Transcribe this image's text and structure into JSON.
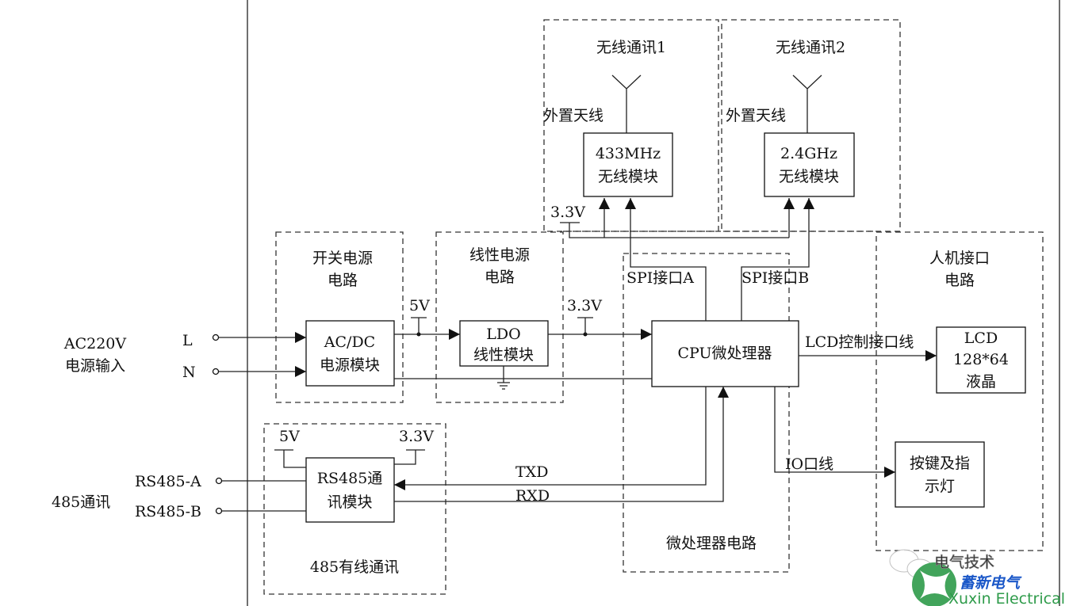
{
  "groups": {
    "wireless1": "无线通讯1",
    "wireless2": "无线通讯2",
    "switch_power": [
      "开关电源",
      "电路"
    ],
    "linear_power": [
      "线性电源",
      "电路"
    ],
    "hmi": [
      "人机接口",
      "电路"
    ],
    "micro": "微处理器电路",
    "rs485_group": "485有线通讯"
  },
  "blocks": {
    "m433": [
      "433MHz",
      "无线模块"
    ],
    "m24": [
      "2.4GHz",
      "无线模块"
    ],
    "acdc": [
      "AC/DC",
      "电源模块"
    ],
    "ldo": [
      "LDO",
      "线性模块"
    ],
    "cpu": "CPU微处理器",
    "lcd": [
      "LCD",
      "128*64",
      "液晶"
    ],
    "keys": [
      "按键及指",
      "示灯"
    ],
    "rs485": [
      "RS485通",
      "讯模块"
    ]
  },
  "labels": {
    "antenna1": "外置天线",
    "antenna2": "外置天线",
    "v33_wireless": "3.3V",
    "spi_a": "SPI接口A",
    "spi_b": "SPI接口B",
    "ac_input": [
      "AC220V",
      "电源输入"
    ],
    "L": "L",
    "N": "N",
    "v5": "5V",
    "v33": "3.3V",
    "lcd_ctrl": "LCD控制接口线",
    "io": "IO口线",
    "txd": "TXD",
    "rxd": "RXD",
    "rs485_comm": "485通讯",
    "rs485_a": "RS485-A",
    "rs485_b": "RS485-B",
    "rs485_5v": "5V",
    "rs485_33v": "3.3V"
  },
  "watermark": {
    "channel": "电气技术",
    "brand_cn": "蓄新电气",
    "brand_en": "Xuxin Electrical"
  },
  "colors": {
    "brand_green": "#2e9b4a",
    "brand_blue": "#1a57c8"
  }
}
